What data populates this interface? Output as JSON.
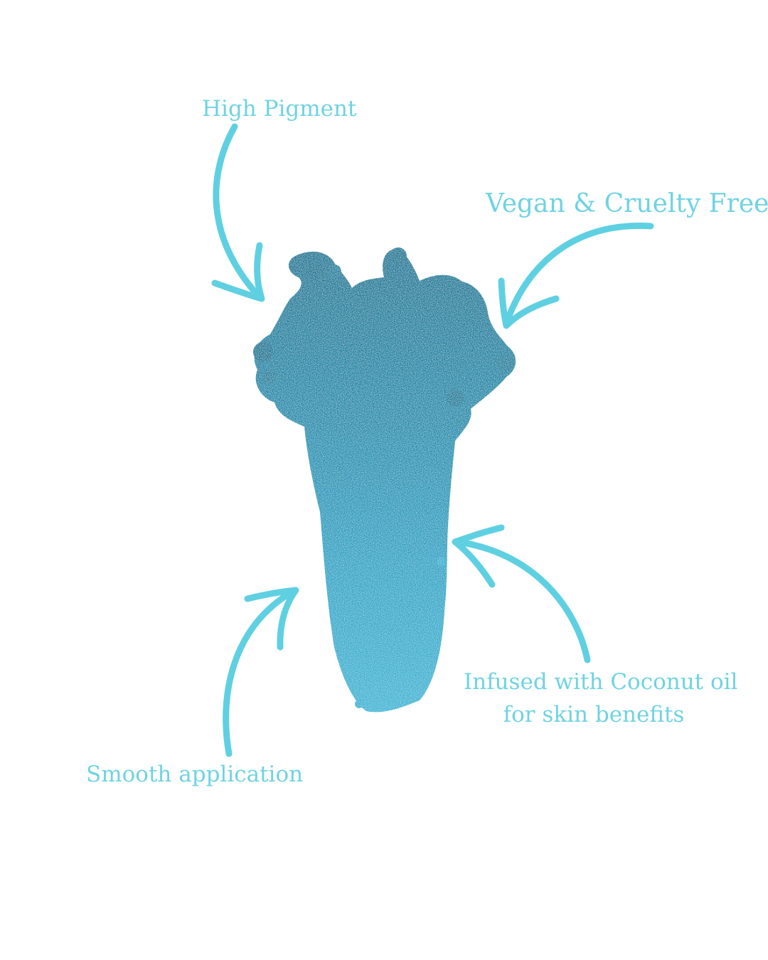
{
  "callouts": {
    "high_pigment": "High Pigment",
    "vegan": "Vegan & Cruelty Free",
    "coconut_line1": "Infused with Coconut oil",
    "coconut_line2": "for skin benefits",
    "smooth": "Smooth application"
  },
  "colors": {
    "label_text": "#6fd3e2",
    "arrow": "#5fd0e2",
    "swatch_dark": "#16708f",
    "swatch_mid": "#1d8fb0",
    "swatch_light": "#3fb3d3"
  }
}
